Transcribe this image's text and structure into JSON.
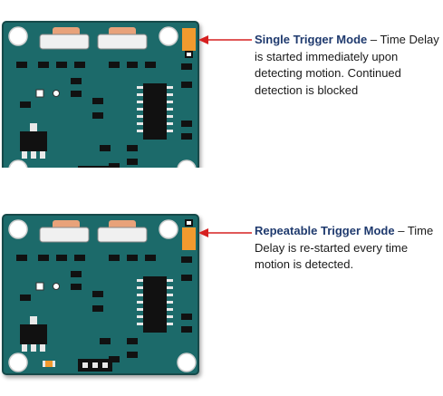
{
  "colors": {
    "board": "#1d6b6b",
    "board_edge": "#124848",
    "pad": "#e9e9e9",
    "chip": "#111111",
    "jumper_active": "#f29a2e",
    "arrow": "#d62020",
    "title_text": "#1f3a6e",
    "lens": "#e8a27a"
  },
  "panels": [
    {
      "mode": "single",
      "title": "Single Trigger Mode",
      "separator": " – ",
      "description": "Time Delay is started immediately upon detecting motion. Continued detection is blocked",
      "jumper_active_position": "top"
    },
    {
      "mode": "repeatable",
      "title": "Repeatable Trigger Mode",
      "separator": " – ",
      "description": "Time Delay is re-started every time motion is detected.",
      "jumper_active_position": "bottom"
    }
  ]
}
